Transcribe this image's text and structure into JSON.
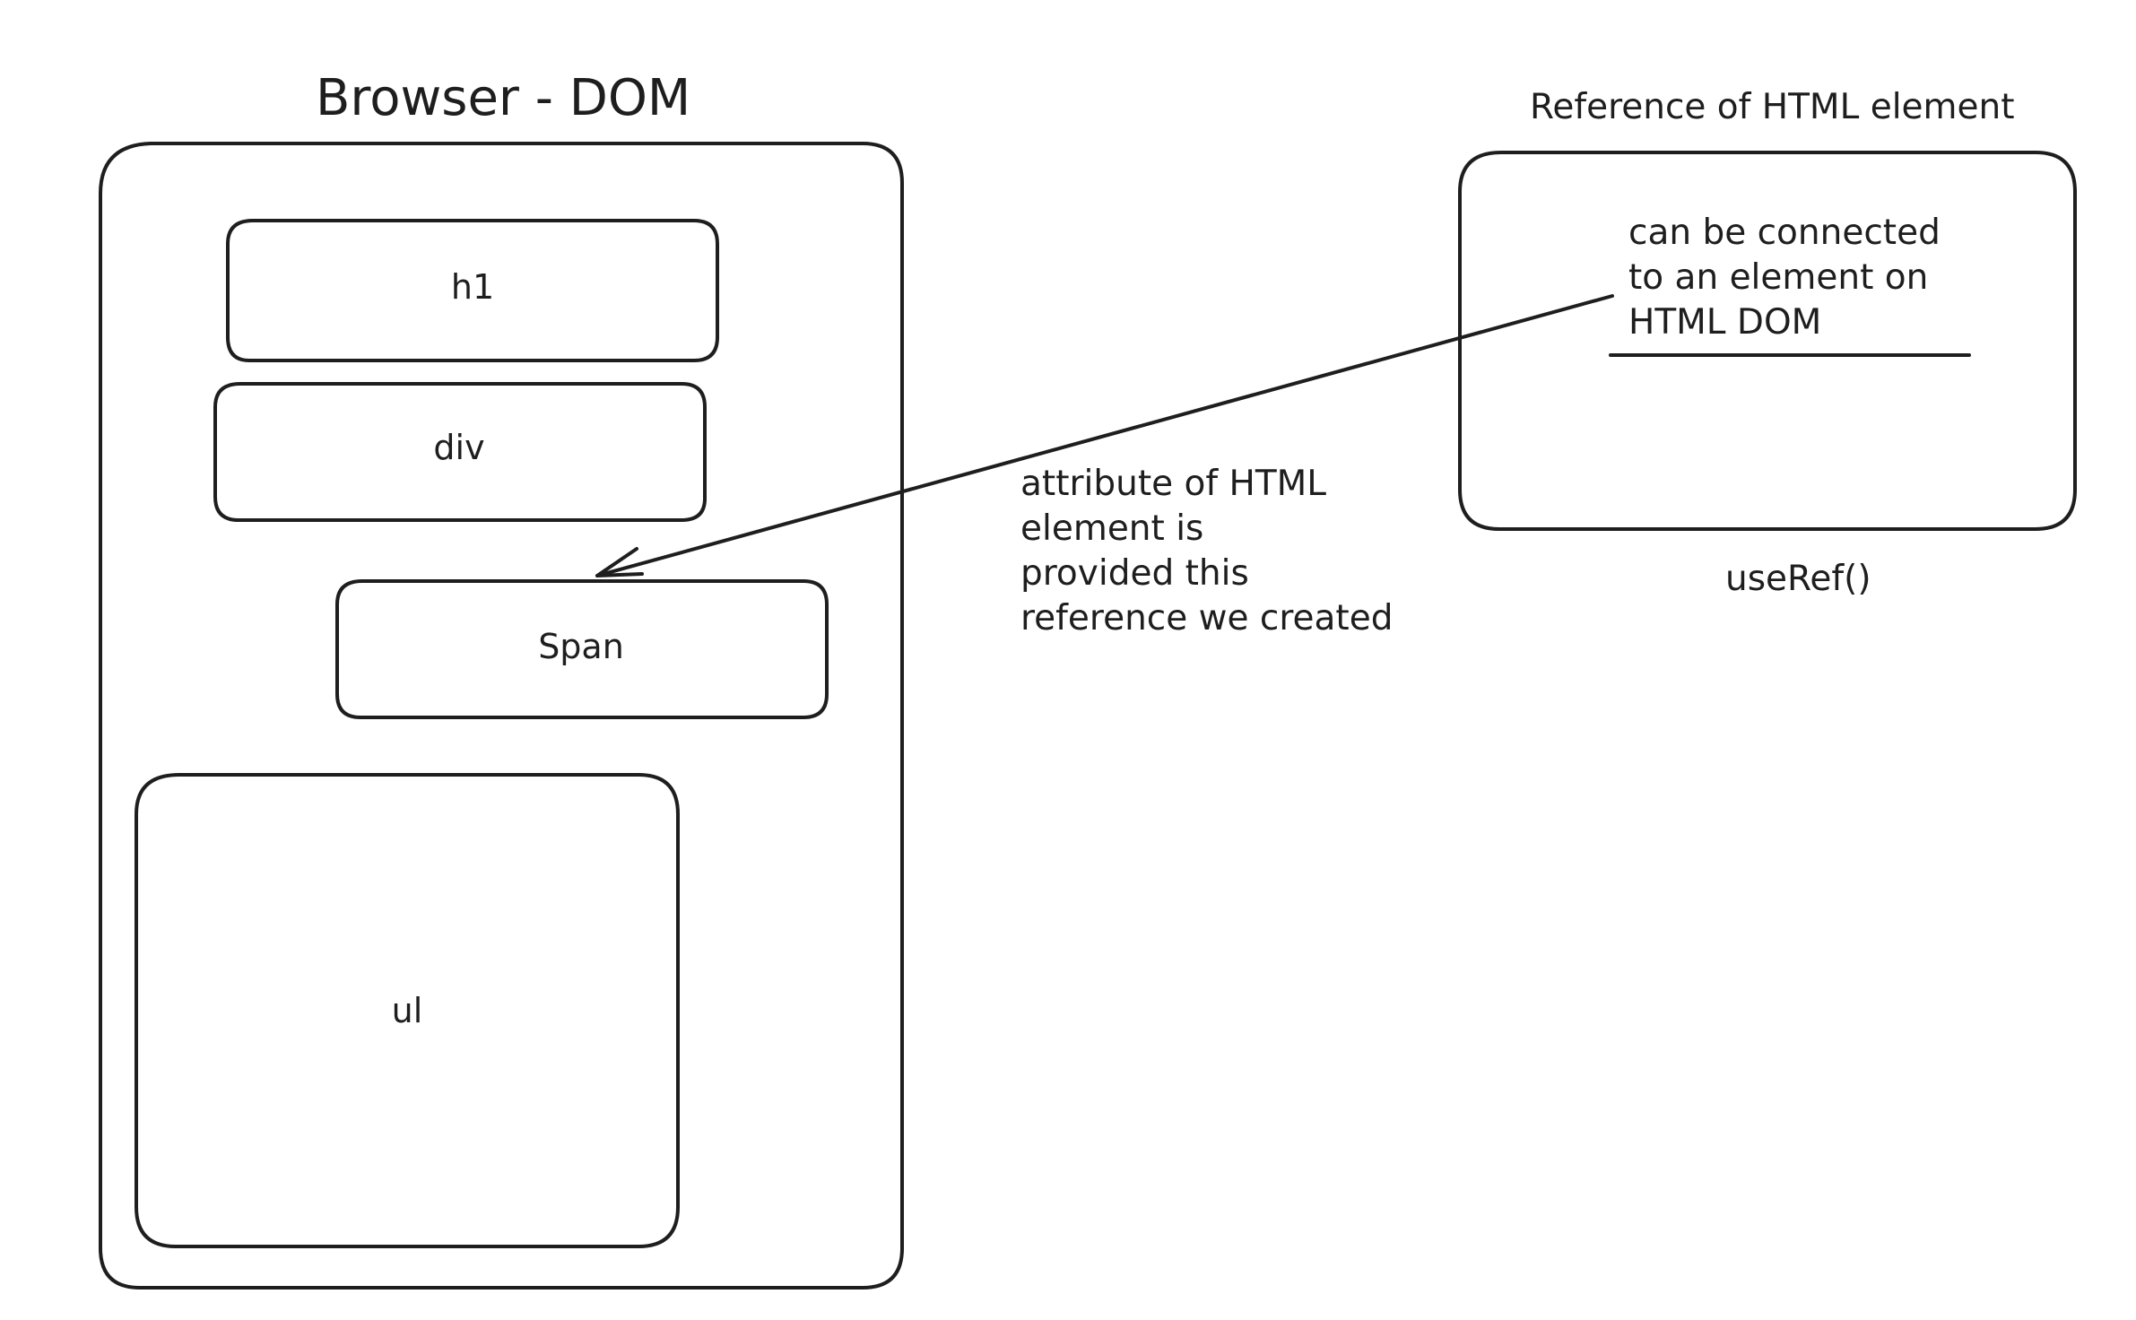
{
  "browser_dom": {
    "title": "Browser - DOM",
    "elements": {
      "h1": "h1",
      "div": "div",
      "span": "Span",
      "ul": "ul"
    }
  },
  "reference": {
    "title": "Reference of HTML element",
    "description_lines": [
      "can be connected",
      "to an element on",
      "HTML DOM"
    ],
    "caption": "useRef()"
  },
  "arrow_label_lines": [
    "attribute of HTML",
    "element is",
    "provided this",
    "reference we created"
  ]
}
